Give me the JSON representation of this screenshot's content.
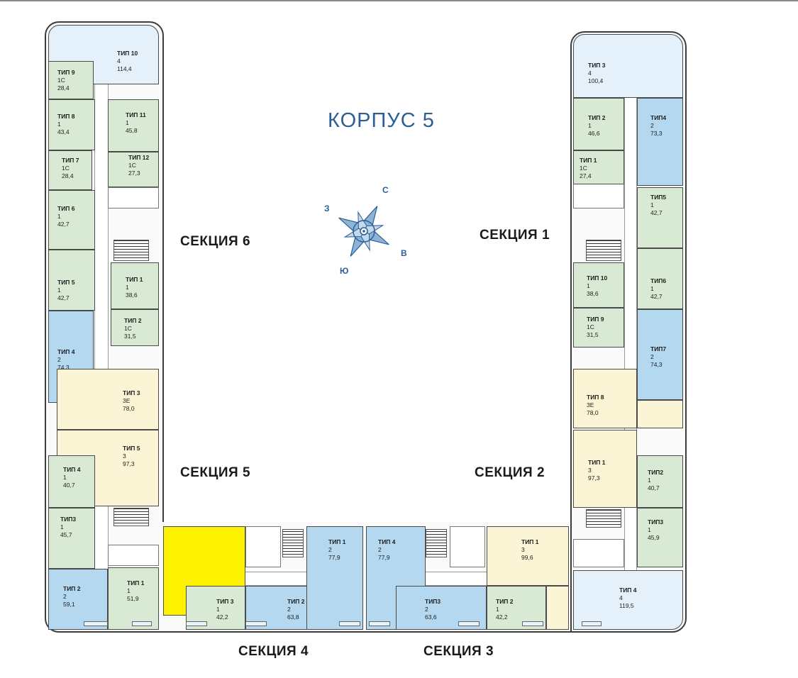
{
  "building_title": "КОРПУС 5",
  "compass": {
    "north": "С",
    "east": "В",
    "south": "Ю",
    "west": "З"
  },
  "sections": {
    "s1": "СЕКЦИЯ 1",
    "s2": "СЕКЦИЯ 2",
    "s3": "СЕКЦИЯ 3",
    "s4": "СЕКЦИЯ 4",
    "s5": "СЕКЦИЯ 5",
    "s6": "СЕКЦИЯ 6"
  },
  "apartments": {
    "l_t10": {
      "type": "ТИП 10",
      "rooms": "4",
      "area": "114,4"
    },
    "l_t9": {
      "type": "ТИП 9",
      "rooms": "1С",
      "area": "28,4"
    },
    "l_t8": {
      "type": "ТИП 8",
      "rooms": "1",
      "area": "43,4"
    },
    "l_t11": {
      "type": "ТИП 11",
      "rooms": "1",
      "area": "45,8"
    },
    "l_t7": {
      "type": "ТИП 7",
      "rooms": "1С",
      "area": "28,4"
    },
    "l_t12": {
      "type": "ТИП 12",
      "rooms": "1С",
      "area": "27,3"
    },
    "l_t6": {
      "type": "ТИП 6",
      "rooms": "1",
      "area": "42,7"
    },
    "l_t5": {
      "type": "ТИП 5",
      "rooms": "1",
      "area": "42,7"
    },
    "l_t1": {
      "type": "ТИП 1",
      "rooms": "1",
      "area": "38,6"
    },
    "l_t2": {
      "type": "ТИП 2",
      "rooms": "1С",
      "area": "31,5"
    },
    "l_t4": {
      "type": "ТИП 4",
      "rooms": "2",
      "area": "74,3"
    },
    "l_t3": {
      "type": "ТИП 3",
      "rooms": "3Е",
      "area": "78,0"
    },
    "s5_t5": {
      "type": "ТИП 5",
      "rooms": "3",
      "area": "97,3"
    },
    "s5_t4": {
      "type": "ТИП 4",
      "rooms": "1",
      "area": "40,7"
    },
    "s5_t3": {
      "type": "ТИП3",
      "rooms": "1",
      "area": "45,7"
    },
    "s5_t2": {
      "type": "ТИП 2",
      "rooms": "2",
      "area": "59,1"
    },
    "s5_t1": {
      "type": "ТИП 1",
      "rooms": "1",
      "area": "51,9"
    },
    "s4_t3": {
      "type": "ТИП 3",
      "rooms": "1",
      "area": "42,2"
    },
    "s4_t2": {
      "type": "ТИП 2",
      "rooms": "2",
      "area": "63,8"
    },
    "s4_t1": {
      "type": "ТИП 1",
      "rooms": "2",
      "area": "77,9"
    },
    "s3_t4": {
      "type": "ТИП 4",
      "rooms": "2",
      "area": "77,9"
    },
    "s3_t3": {
      "type": "ТИП3",
      "rooms": "2",
      "area": "63,6"
    },
    "s3_t2": {
      "type": "ТИП 2",
      "rooms": "1",
      "area": "42,2"
    },
    "s3_t1": {
      "type": "ТИП 1",
      "rooms": "3",
      "area": "99,6"
    },
    "r_t3": {
      "type": "ТИП 3",
      "rooms": "4",
      "area": "100,4"
    },
    "r_t2": {
      "type": "ТИП 2",
      "rooms": "1",
      "area": "46,6"
    },
    "r_t4": {
      "type": "ТИП4",
      "rooms": "2",
      "area": "73,3"
    },
    "r_t1": {
      "type": "ТИП 1",
      "rooms": "1С",
      "area": "27,4"
    },
    "r_t5": {
      "type": "ТИП5",
      "rooms": "1",
      "area": "42,7"
    },
    "r_t10": {
      "type": "ТИП 10",
      "rooms": "1",
      "area": "38,6"
    },
    "r_t6": {
      "type": "ТИП6",
      "rooms": "1",
      "area": "42,7"
    },
    "r_t9": {
      "type": "ТИП 9",
      "rooms": "1С",
      "area": "31,5"
    },
    "r_t7": {
      "type": "ТИП7",
      "rooms": "2",
      "area": "74,3"
    },
    "r_t8": {
      "type": "ТИП 8",
      "rooms": "3Е",
      "area": "78,0"
    },
    "s2_t1": {
      "type": "ТИП 1",
      "rooms": "3",
      "area": "97,3"
    },
    "s2_t2": {
      "type": "ТИП2",
      "rooms": "1",
      "area": "40,7"
    },
    "s2_t3": {
      "type": "ТИП3",
      "rooms": "1",
      "area": "45,9"
    },
    "s2_t4": {
      "type": "ТИП 4",
      "rooms": "4",
      "area": "119,5"
    }
  },
  "colors": {
    "one_room": "#d8ead4",
    "two_room": "#b4d8ef",
    "four_room": "#e4f1fa",
    "three_room": "#fbf5d6",
    "highlight": "#fff200",
    "title": "#2d5f96"
  }
}
